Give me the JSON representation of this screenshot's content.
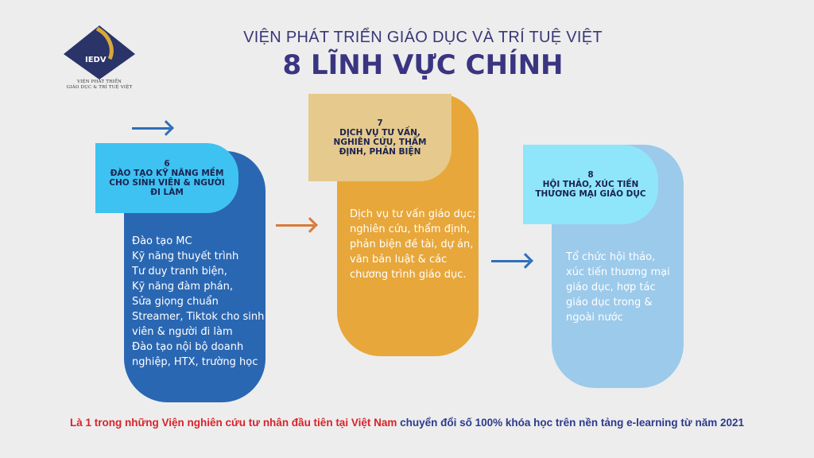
{
  "logo": {
    "badge": "IEDV",
    "line1": "VIỆN PHÁT TRIỂN",
    "line2": "GIÁO DỤC & TRÍ TUỆ VIỆT",
    "colors": {
      "navy": "#2b3468",
      "gold": "#d9a83a"
    }
  },
  "header": {
    "subtitle": "VIỆN PHÁT TRIỂN GIÁO DỤC VÀ TRÍ TUỆ VIỆT",
    "title": "8 LĨNH VỰC CHÍNH"
  },
  "cards": [
    {
      "number": "6",
      "heading": "ĐÀO TẠO KỸ NĂNG MỀM CHO SINH VIÊN & NGƯỜI ĐI LÀM",
      "body": [
        "Đào tạo MC",
        "Kỹ năng thuyết trình",
        "Tư duy tranh biện,",
        "Kỹ năng đàm phán,",
        "Sửa giọng chuẩn",
        "Streamer, Tiktok cho sinh",
        "viên & người đi làm",
        "Đào tạo nội bộ doanh",
        "nghiệp, HTX, trường học"
      ],
      "colors": {
        "head": "#3ec2f2",
        "back": "#2a67b3",
        "text": "#ffffff"
      }
    },
    {
      "number": "7",
      "heading": "DỊCH VỤ TƯ VẤN, NGHIÊN CỨU, THẨM ĐỊNH, PHẢN BIỆN",
      "body": [
        "Dịch vụ tư vấn giáo dục;",
        "nghiên cứu, thẩm định,",
        "phản biện đề tài, dự án,",
        "văn bản luật & các",
        "chương trình giáo dục."
      ],
      "colors": {
        "head": "#e6c98c",
        "back": "#e8a73a",
        "text": "#ffffff"
      }
    },
    {
      "number": "8",
      "heading": "HỘI THẢO, XÚC TIẾN THƯƠNG MẠI GIÁO DỤC",
      "body": [
        "Tổ chức hội thảo,",
        "xúc tiến thương mại",
        "giáo dục, hợp tác",
        "giáo dục trong &",
        "ngoài nước"
      ],
      "colors": {
        "head": "#8fe6fb",
        "back": "#9ccaea",
        "text": "#ffffff"
      }
    }
  ],
  "arrows": {
    "blue": "#2f6fb7",
    "orange": "#d97a3a"
  },
  "footer": {
    "red_text": "Là 1 trong những Viện nghiên cứu tư nhân đầu tiên tại Việt Nam",
    "blue_text": " chuyển đổi số 100% khóa học trên nền tảng e-learning từ năm 2021"
  }
}
